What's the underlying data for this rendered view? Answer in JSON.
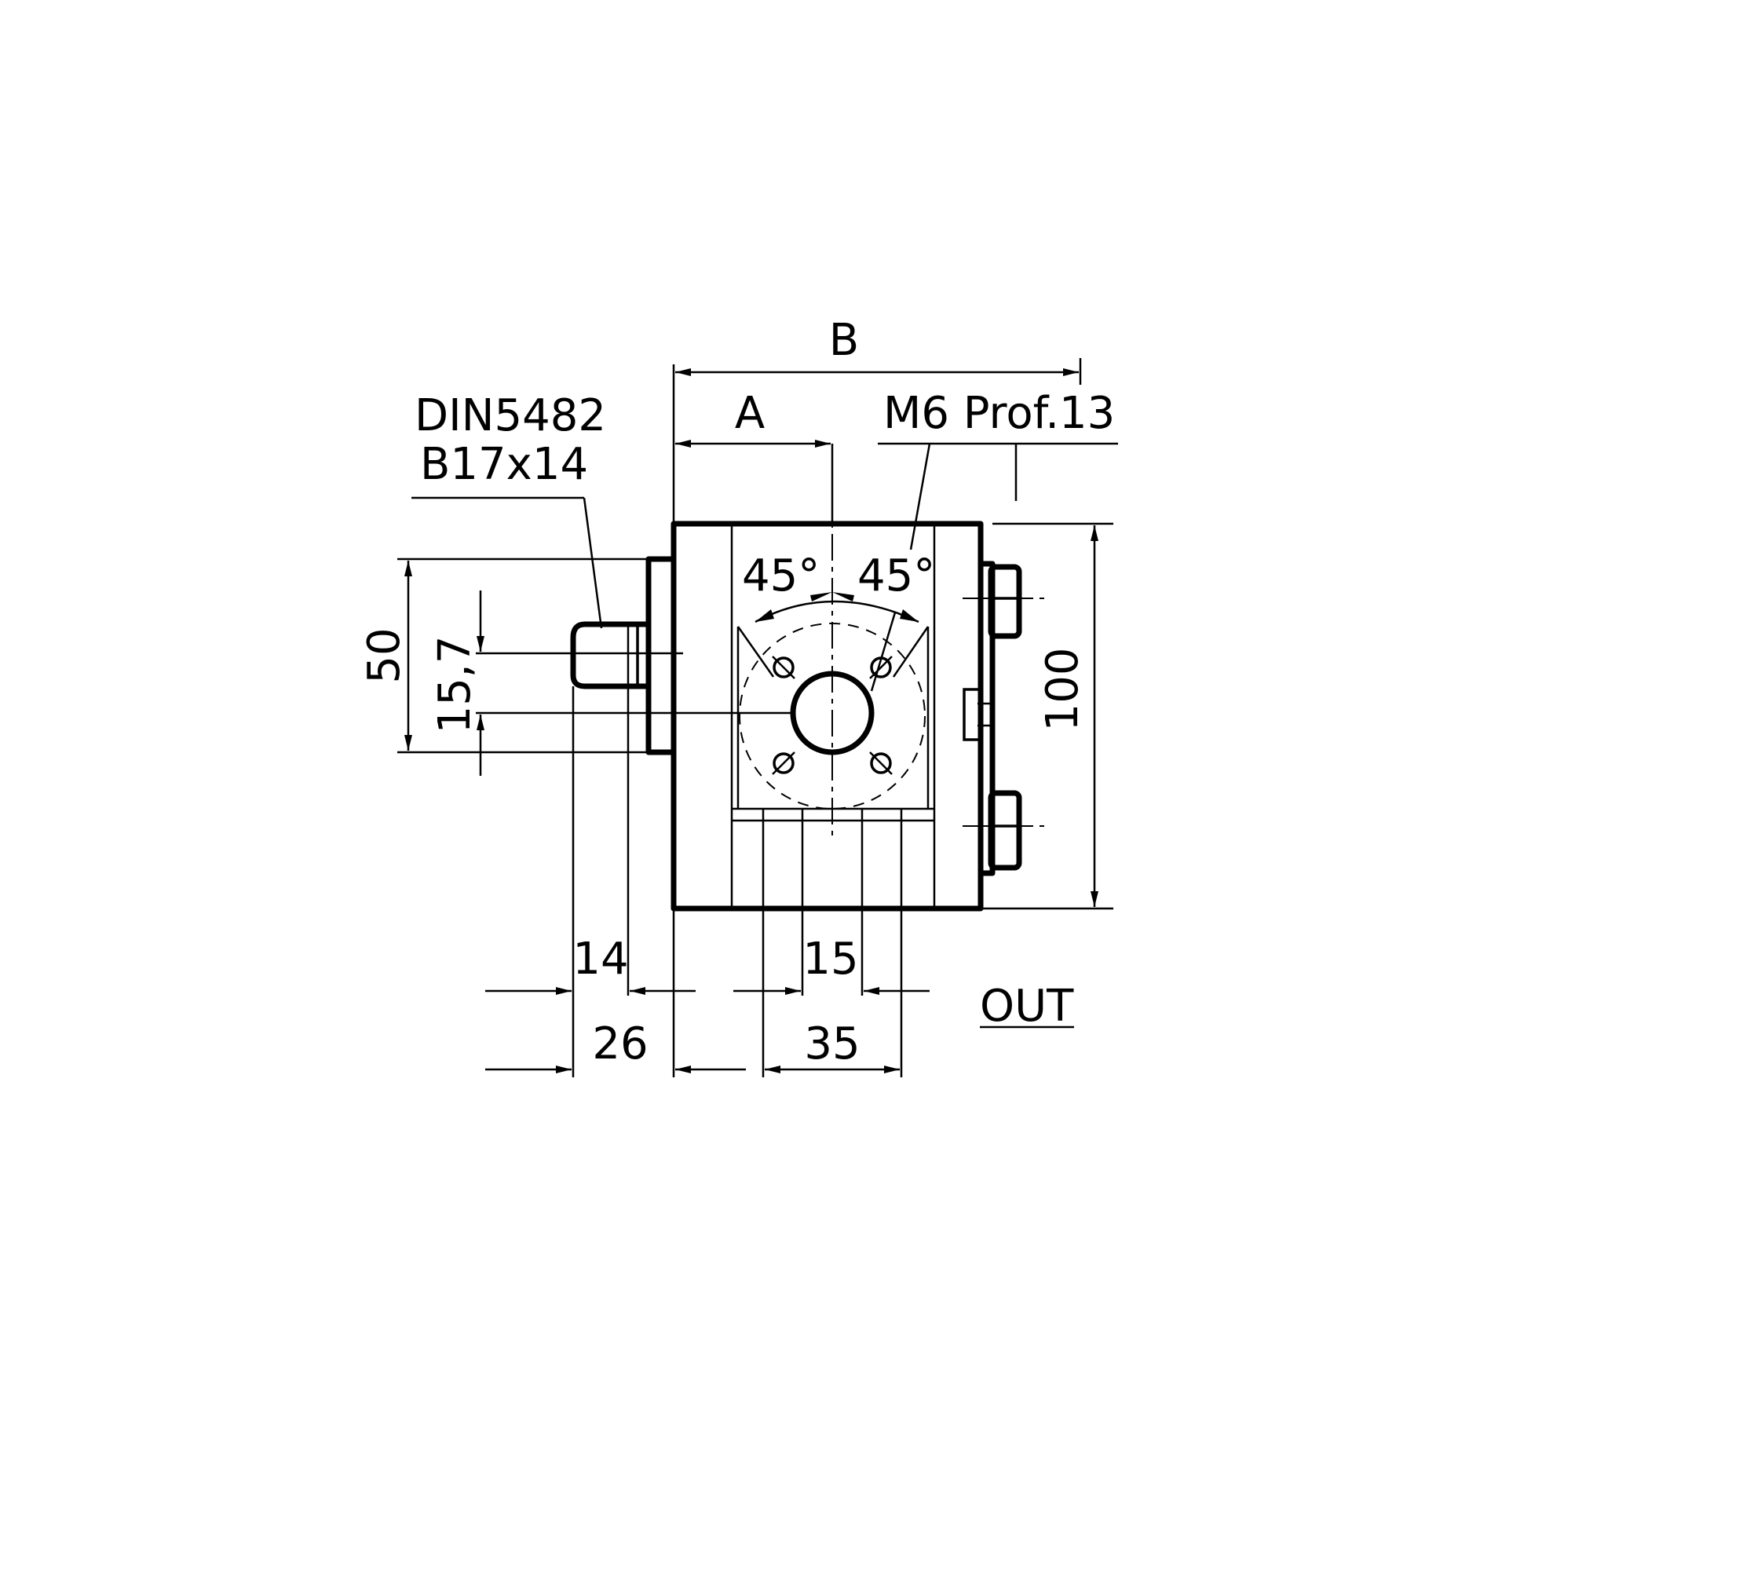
{
  "labels": {
    "B": "B",
    "A": "A",
    "thread": "M6  Prof.13",
    "spline_std": "DIN5482",
    "spline_size": "B17x14",
    "angle_left": "45°",
    "angle_right": "45°",
    "dim_50": "50",
    "dim_15_7": "15,7",
    "dim_100": "100",
    "dim_14": "14",
    "dim_15": "15",
    "dim_26": "26",
    "dim_35": "35",
    "port": "OUT"
  }
}
